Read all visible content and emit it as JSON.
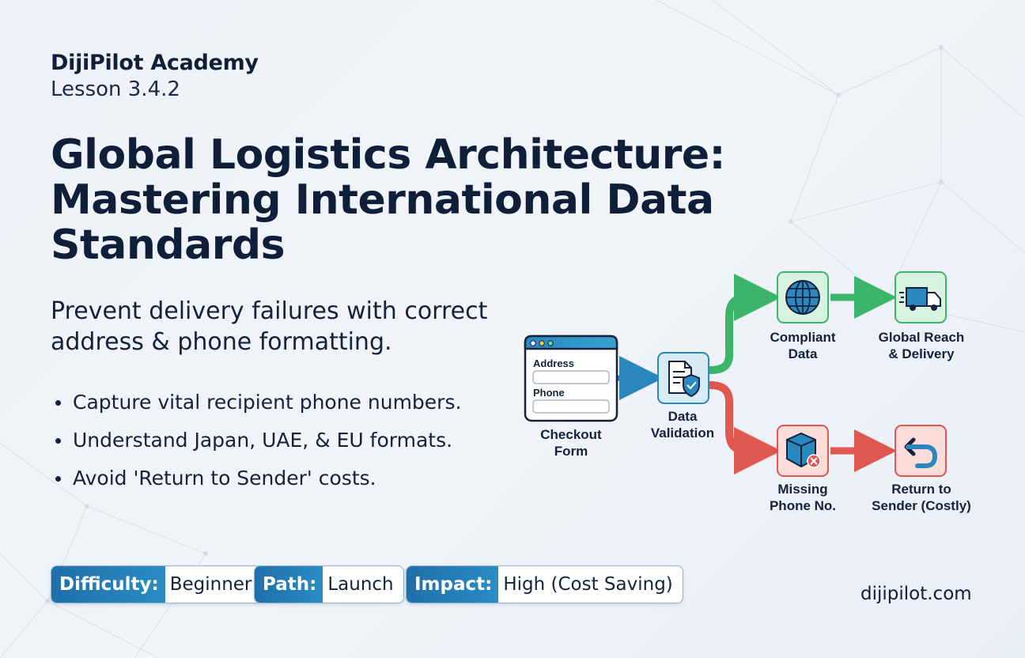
{
  "header": {
    "brand": "DijiPilot Academy",
    "lesson": "Lesson 3.4.2"
  },
  "title_lines": [
    "Global Logistics Architecture:",
    "Mastering International Data",
    "Standards"
  ],
  "subtitle_lines": [
    "Prevent delivery failures with correct",
    "address & phone formatting."
  ],
  "bullets": [
    "Capture vital recipient phone numbers.",
    "Understand Japan, UAE, & EU formats.",
    "Avoid 'Return to Sender' costs."
  ],
  "badges": [
    {
      "key": "Difficulty:",
      "value": "Beginner"
    },
    {
      "key": "Path:",
      "value": "Launch"
    },
    {
      "key": "Impact:",
      "value": "High (Cost Saving)"
    }
  ],
  "site": "dijipilot.com",
  "diagram": {
    "form_field_1": "Address",
    "form_field_2": "Phone",
    "checkout_label": [
      "Checkout",
      "Form"
    ],
    "validation_label": [
      "Data",
      "Validation"
    ],
    "compliant_label": [
      "Compliant",
      "Data"
    ],
    "global_label": [
      "Global Reach",
      "& Delivery"
    ],
    "missing_label": [
      "Missing",
      "Phone No."
    ],
    "return_label": [
      "Return to",
      "Sender (Costly)"
    ]
  },
  "colors": {
    "navy": "#0f1f3a",
    "success_green": "#3bb56a",
    "error_red": "#e0574f",
    "info_blue": "#2a88bf"
  },
  "icons": [
    "browser-form-icon",
    "document-shield-icon",
    "globe-icon",
    "truck-icon",
    "package-x-icon",
    "return-arrow-icon"
  ]
}
